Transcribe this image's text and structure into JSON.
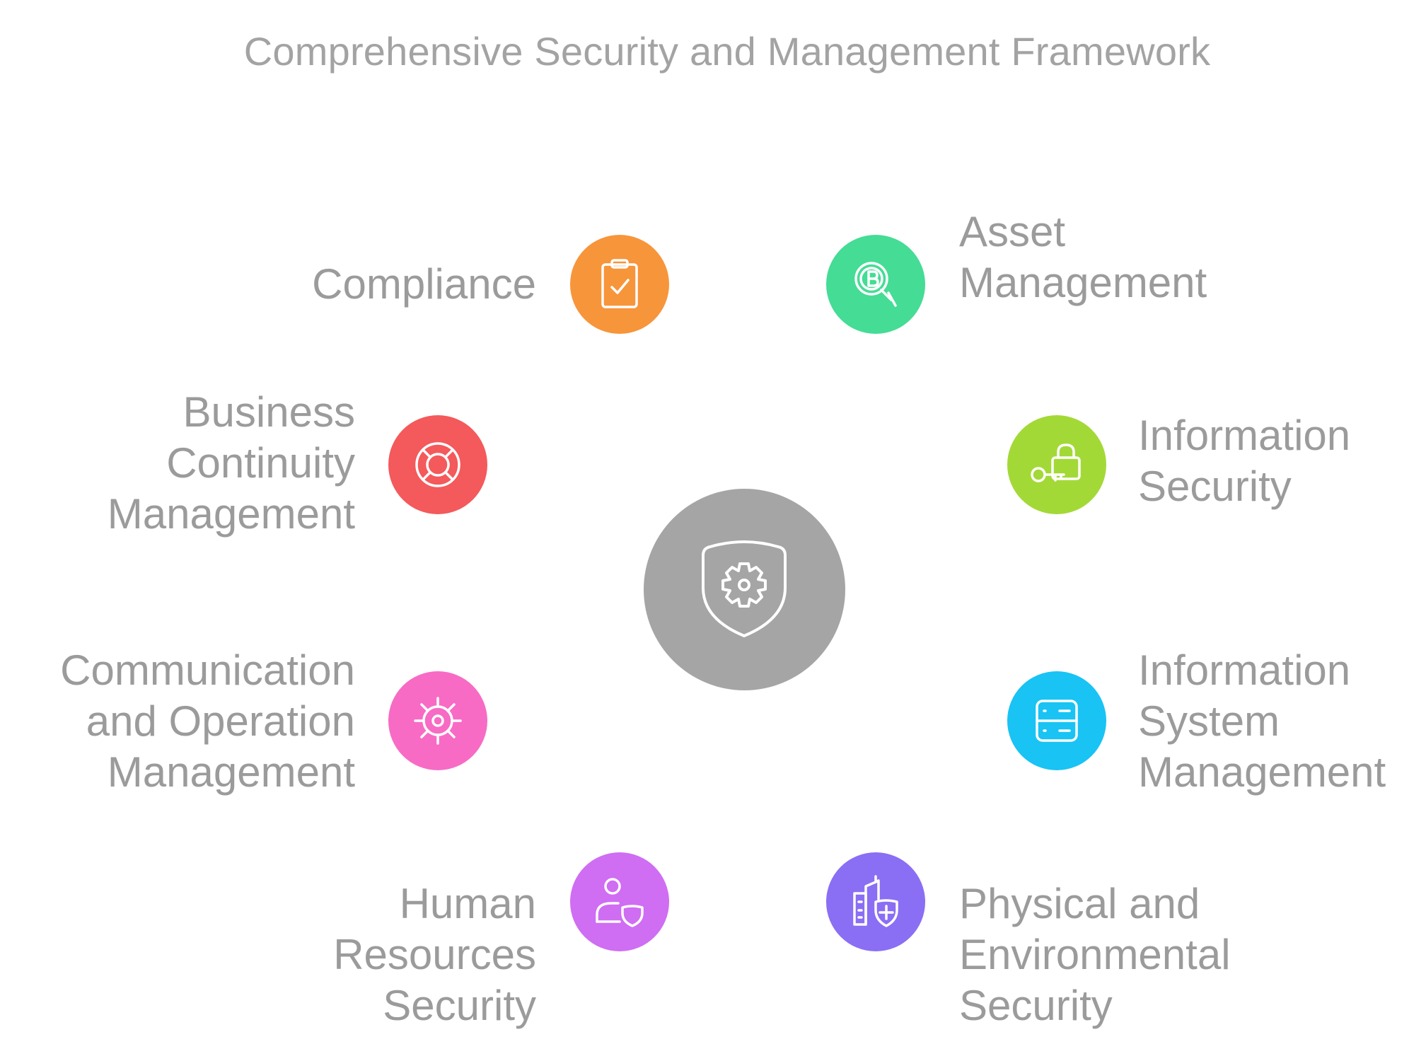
{
  "title": "Comprehensive Security and Management Framework",
  "center": {
    "color": "#a5a5a5",
    "icon": "shield-gear-icon"
  },
  "nodes": [
    {
      "key": "compliance",
      "label": "Compliance",
      "color": "#f7953b",
      "icon": "clipboard-check-icon"
    },
    {
      "key": "asset",
      "label": "Asset\nManagement",
      "color": "#45dc95",
      "icon": "bitcoin-search-icon"
    },
    {
      "key": "bcm",
      "label": "Business\nContinuity\nManagement",
      "color": "#f4595b",
      "icon": "lifebuoy-icon"
    },
    {
      "key": "infosec",
      "label": "Information\nSecurity",
      "color": "#a3d936",
      "icon": "lock-key-icon"
    },
    {
      "key": "comm",
      "label": "Communication\nand Operation\nManagement",
      "color": "#f76bc5",
      "icon": "gear-target-icon"
    },
    {
      "key": "ism",
      "label": "Information\nSystem\nManagement",
      "color": "#19c3f4",
      "icon": "server-icon"
    },
    {
      "key": "hr",
      "label": "Human\nResources\nSecurity",
      "color": "#cf6df3",
      "icon": "user-shield-icon"
    },
    {
      "key": "physical",
      "label": "Physical and\nEnvironmental\nSecurity",
      "color": "#8a6ef4",
      "icon": "building-shield-icon"
    }
  ]
}
